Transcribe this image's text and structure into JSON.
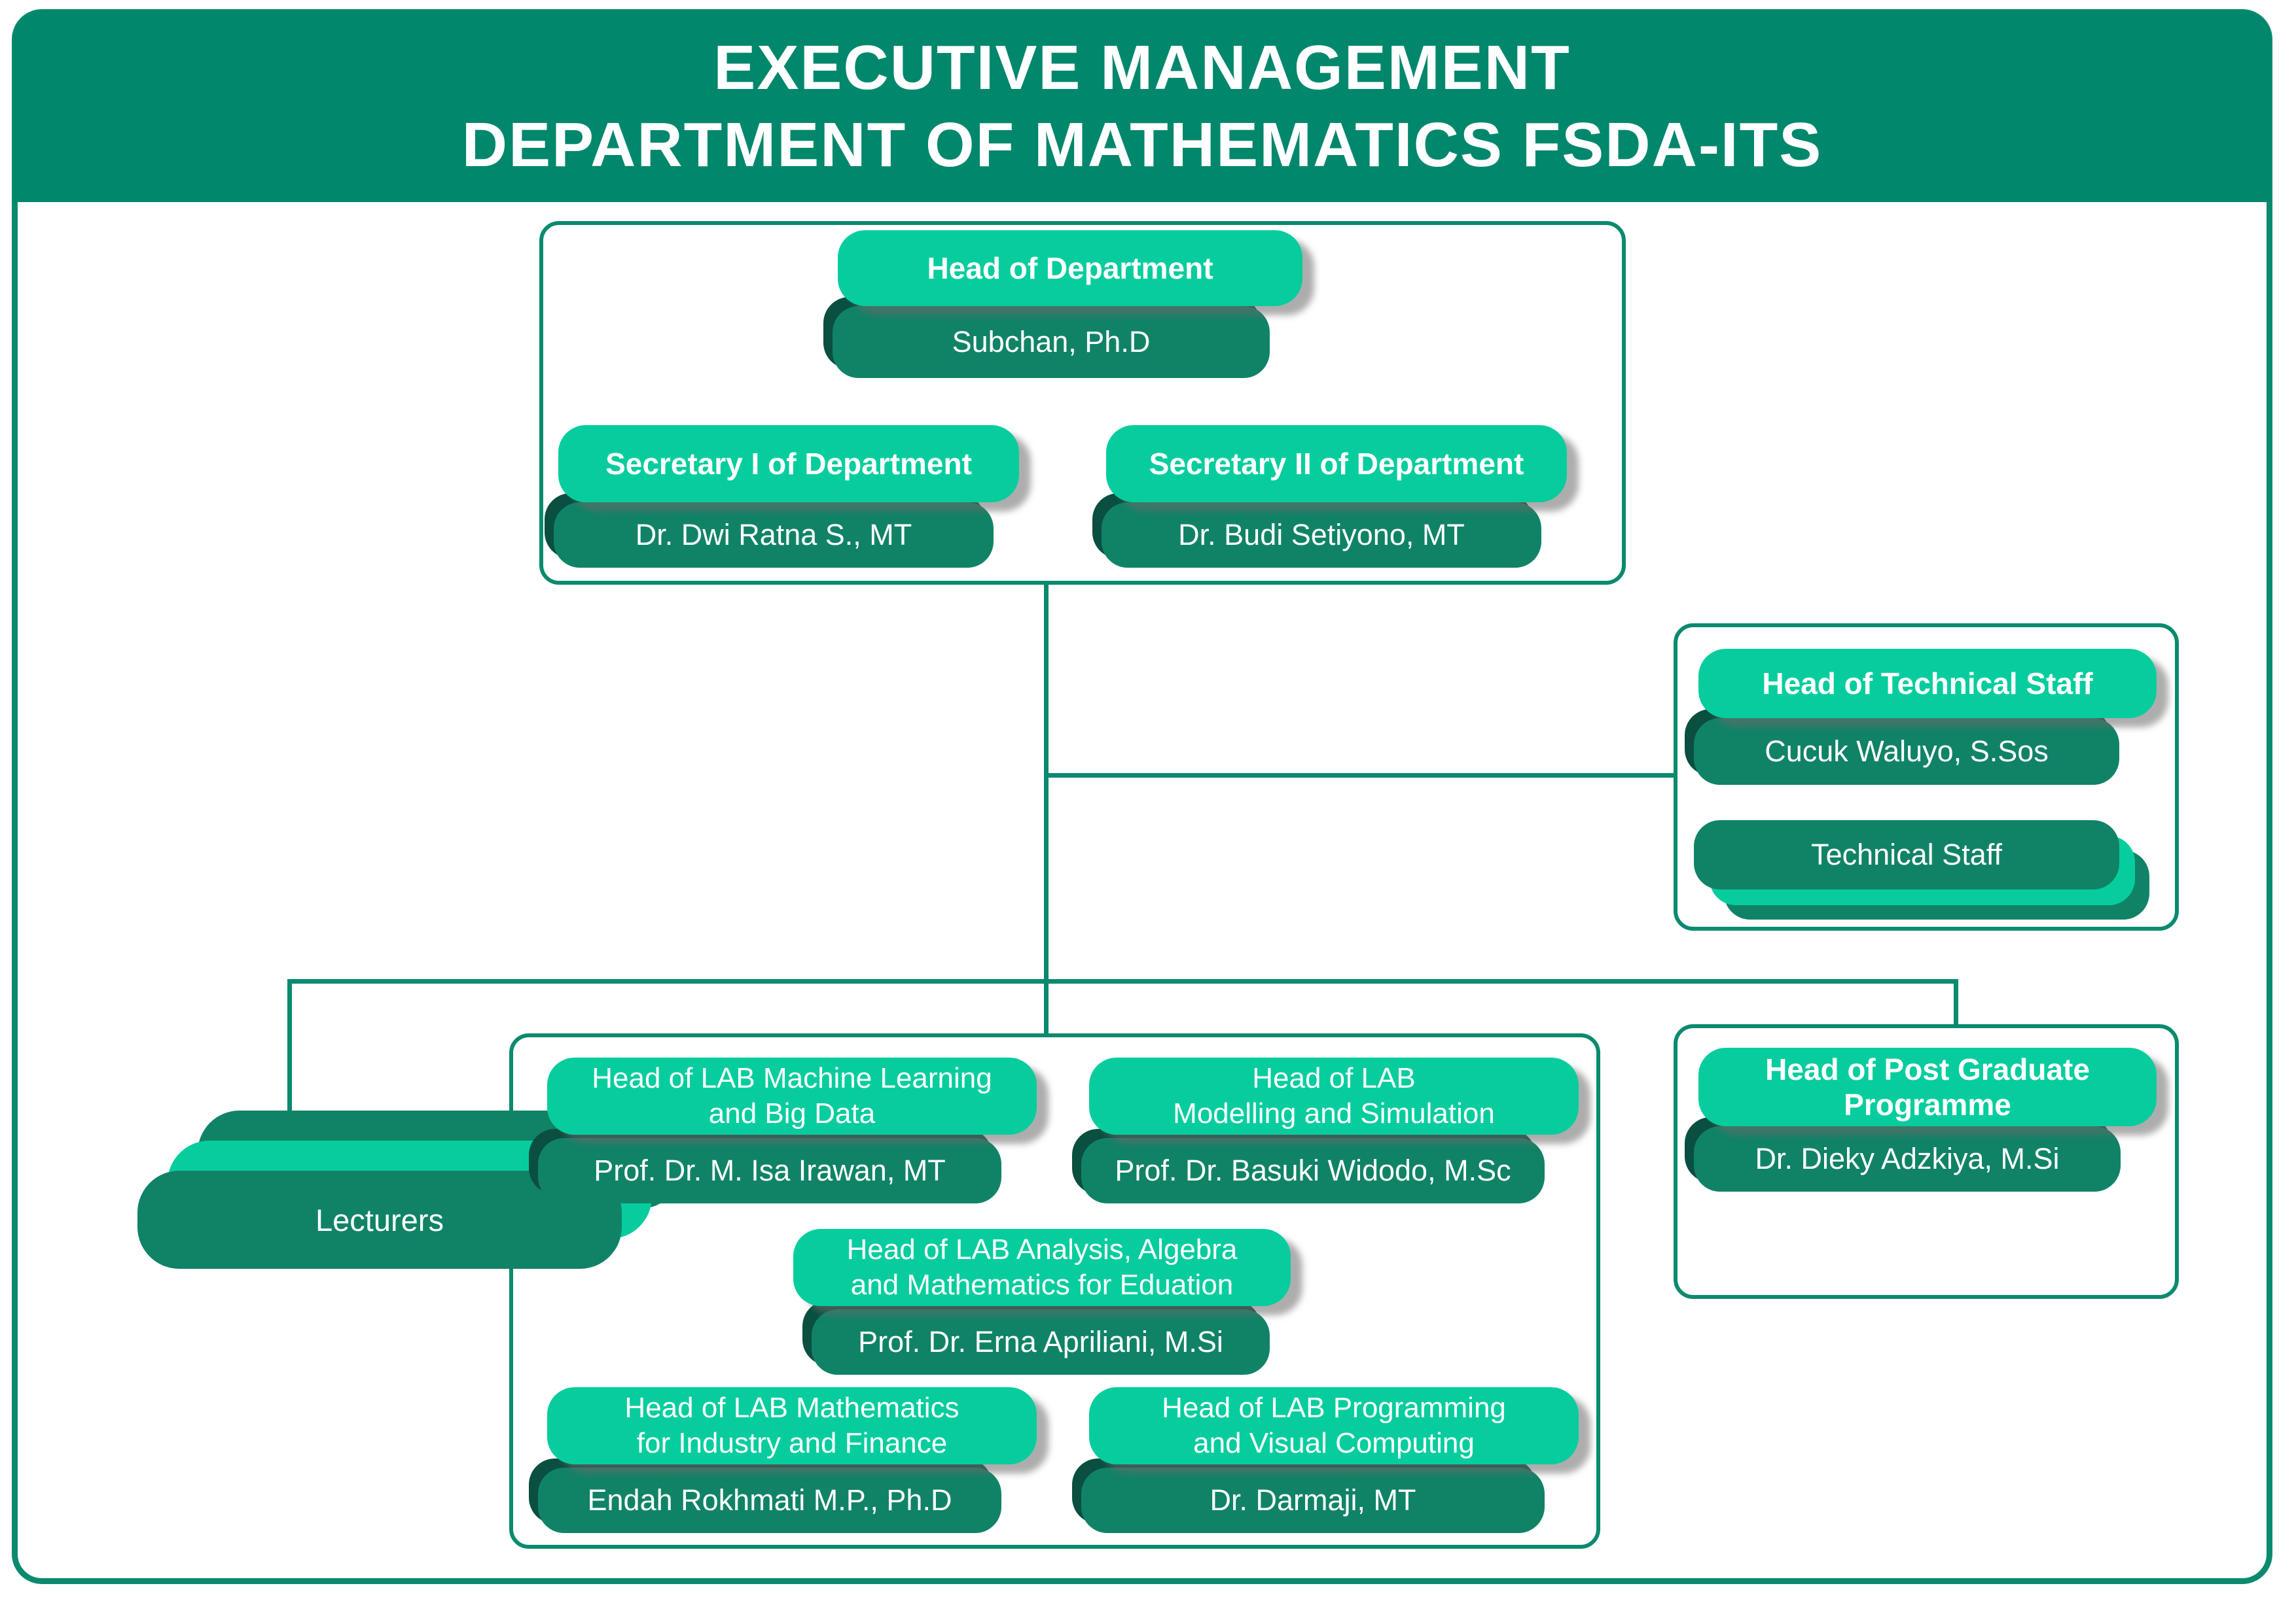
{
  "banner": {
    "line1": "EXECUTIVE MANAGEMENT",
    "line2": "DEPARTMENT OF MATHEMATICS FSDA-ITS"
  },
  "colors": {
    "banner": "#00876C",
    "line": "#0A8A6E",
    "light_card": "#07CD9E",
    "dark_card": "#108367",
    "dark_edge": "#0A4F40"
  },
  "executive": {
    "head": {
      "role": "Head of Department",
      "name": "Subchan, Ph.D"
    },
    "secretary1": {
      "role": "Secretary I of Department",
      "name": "Dr. Dwi Ratna S., MT"
    },
    "secretary2": {
      "role": "Secretary II of Department",
      "name": "Dr. Budi Setiyono, MT"
    }
  },
  "technical": {
    "head_role": "Head of Technical Staff",
    "head_name": "Cucuk Waluyo, S.Sos",
    "staff_label": "Technical Staff"
  },
  "lecturers": {
    "label": "Lecturers"
  },
  "labs": {
    "machine_learning": {
      "role_line1": "Head of LAB Machine Learning",
      "role_line2": "and Big Data",
      "name": "Prof. Dr. M. Isa Irawan, MT"
    },
    "modelling": {
      "role_line1": "Head of LAB",
      "role_line2": "Modelling and Simulation",
      "name": "Prof. Dr. Basuki Widodo, M.Sc"
    },
    "analysis": {
      "role_line1": "Head of LAB Analysis, Algebra",
      "role_line2": "and Mathematics for Eduation",
      "name": "Prof. Dr. Erna Apriliani, M.Si"
    },
    "industry_finance": {
      "role_line1": "Head of LAB Mathematics",
      "role_line2": "for Industry and Finance",
      "name": "Endah Rokhmati M.P., Ph.D"
    },
    "programming": {
      "role_line1": "Head of LAB Programming",
      "role_line2": "and Visual Computing",
      "name": "Dr. Darmaji, MT"
    }
  },
  "postgraduate": {
    "role_line1": "Head of Post Graduate",
    "role_line2": "Programme",
    "name": "Dr. Dieky Adzkiya, M.Si"
  }
}
